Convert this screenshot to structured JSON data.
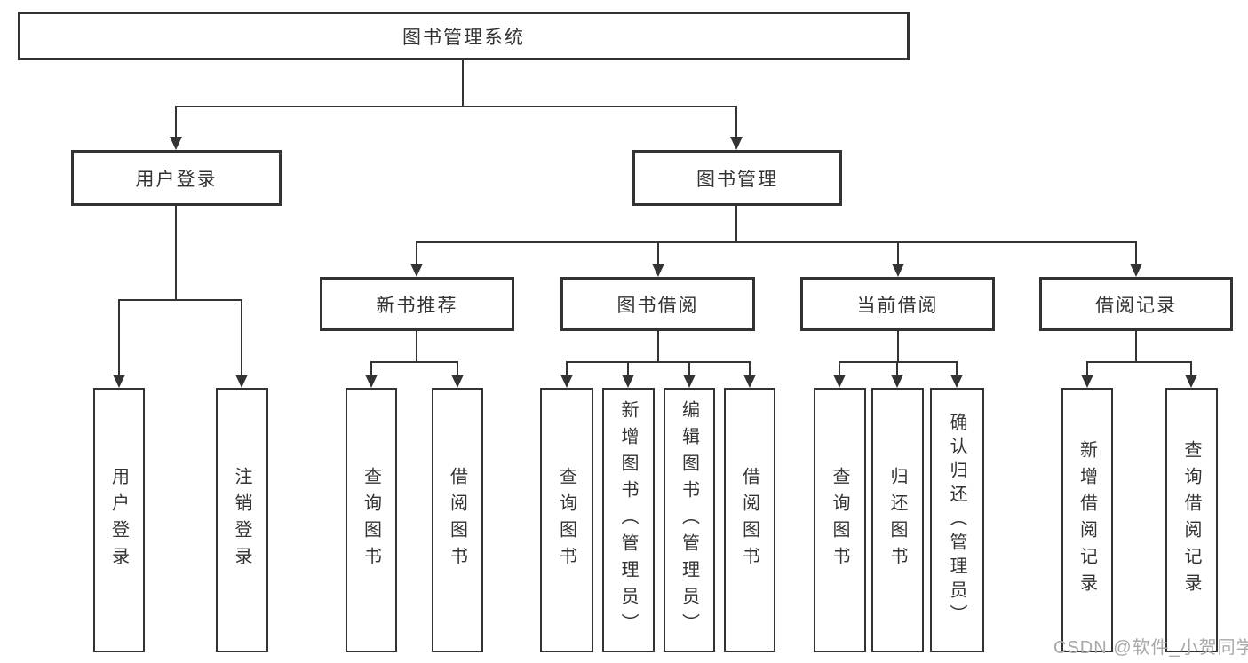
{
  "diagram_title": "图书管理系统",
  "hierarchy": {
    "root": "图书管理系统",
    "children": [
      {
        "label": "用户登录",
        "children": [
          "用户登录",
          "注销登录"
        ]
      },
      {
        "label": "图书管理",
        "children": [
          {
            "label": "新书推荐",
            "children": [
              "查询图书",
              "借阅图书"
            ]
          },
          {
            "label": "图书借阅",
            "children": [
              "查询图书",
              "新增图书（管理员）",
              "编辑图书（管理员）",
              "借阅图书"
            ]
          },
          {
            "label": "当前借阅",
            "children": [
              "查询图书",
              "归还图书",
              "确认归还（管理员）"
            ]
          },
          {
            "label": "借阅记录",
            "children": [
              "新增借阅记录",
              "查询借阅记录"
            ]
          }
        ]
      }
    ]
  },
  "watermark": "CSDN @软件_小贺同学",
  "colors": {
    "line": "#333333",
    "box_border": "#333333",
    "text": "#333333",
    "watermark": "#a8a8a8",
    "background": "#ffffff"
  }
}
